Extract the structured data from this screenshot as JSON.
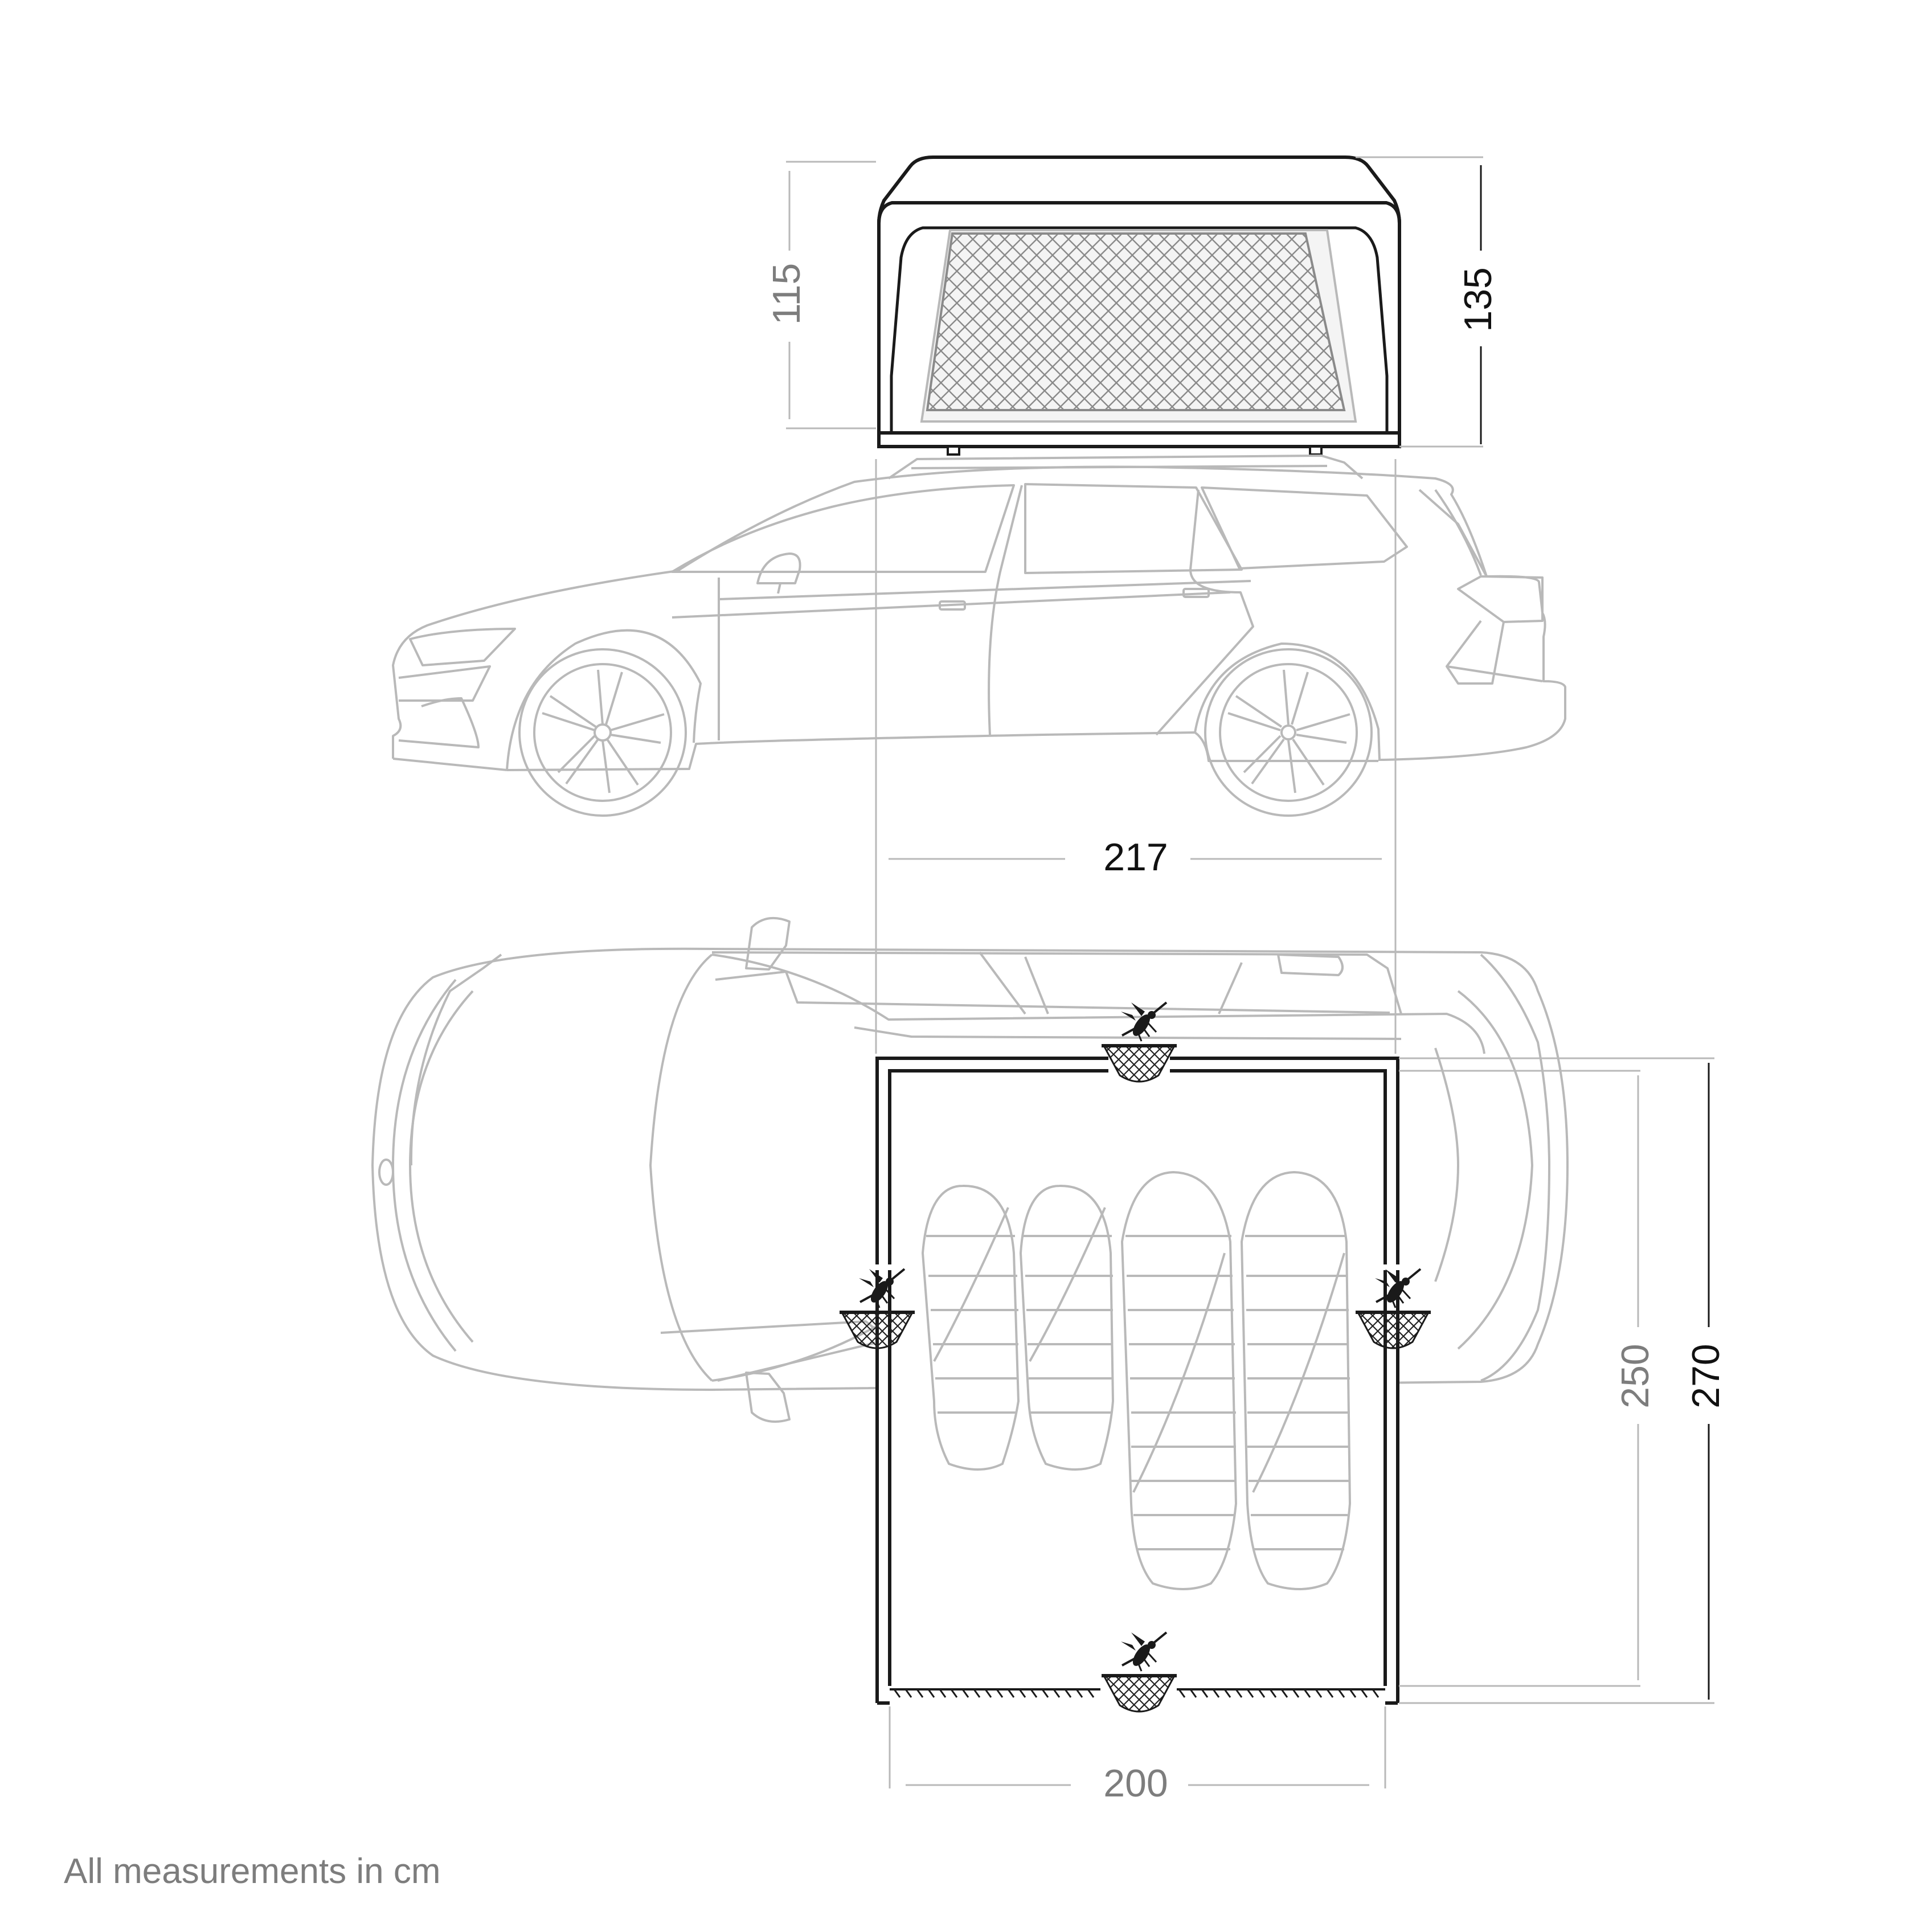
{
  "dimensions": {
    "side_inner_height": "115",
    "side_total_height": "135",
    "roof_length": "217",
    "floor_inner_length": "250",
    "floor_total_length": "270",
    "floor_width": "200"
  },
  "footnote": "All measurements in cm",
  "colors": {
    "outline_dark": "#1a1a1a",
    "outline_light": "#b9b9b9",
    "text_dark": "#111111",
    "text_gray": "#7d7d7d"
  },
  "icons": [
    "mosquito-mesh-icon"
  ]
}
